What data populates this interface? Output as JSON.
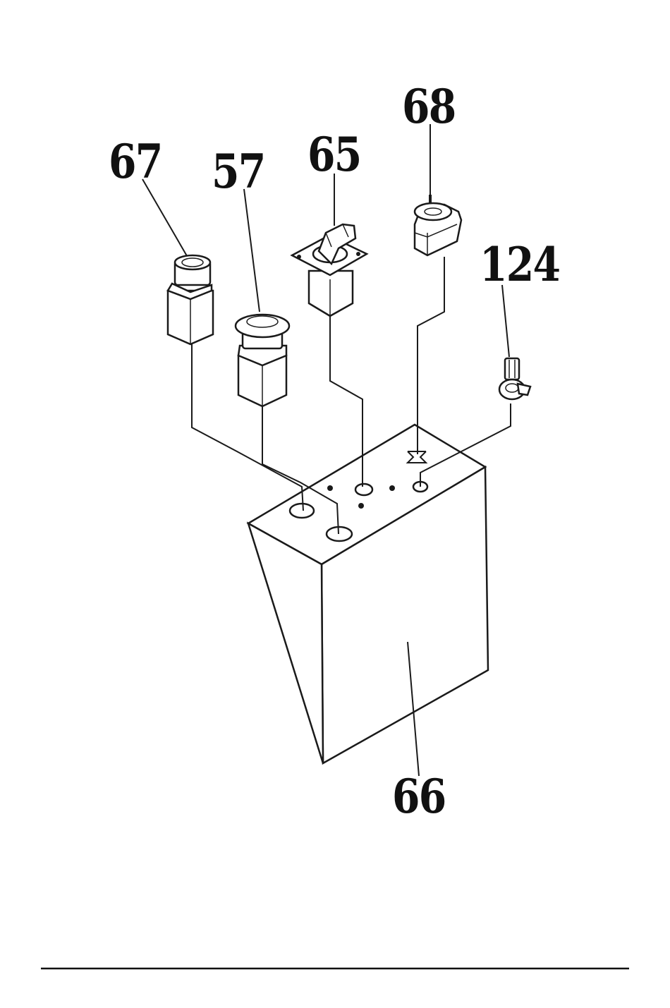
{
  "labels": {
    "part_67": "67",
    "part_57": "57",
    "part_65": "65",
    "part_68": "68",
    "part_124": "124",
    "part_66": "66"
  }
}
